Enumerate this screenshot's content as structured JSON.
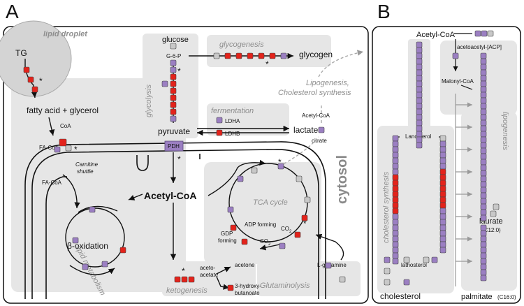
{
  "panel_a": {
    "letter": "A",
    "lipid_droplet": "lipid droplet",
    "tg": "TG",
    "fatty_acid": "fatty acid + glycerol",
    "coa": "CoA",
    "fa_coa": "FA-CoA",
    "fa_coa2": "FA-CoA",
    "carnitine": "Carnitine",
    "shuttle": "shuttle",
    "beta_ox": "β-oxidation",
    "lipid_metabolism": "lipid metabolism",
    "glucose": "glucose",
    "g6p": "G-6-P",
    "glycolysis": "glycolysis",
    "pyruvate": "pyruvate",
    "glycogenesis": "glycogenesis",
    "glycogen": "glycogen",
    "fermentation": "fermentation",
    "ldha": "LDHA",
    "ldhb": "LDHB",
    "lactate": "lactate",
    "lipogenesis1": "Lipogenesis,",
    "lipogenesis2": "Cholesterol synthesis",
    "acetyl_coa_cyto": "Acetyl-CoA",
    "citrate": "citrate",
    "pdh": "PDH",
    "acetyl_coa": "Acetyl-CoA",
    "cytosol": "cytosol",
    "tca": "TCA cycle",
    "adp_forming": "ADP forming",
    "gdp_forming1": "GDP",
    "gdp_forming2": "forming",
    "co2_1": "CO",
    "co2_2": "CO",
    "co2_sub": "2",
    "ketogenesis": "ketogenesis",
    "acetoacetate1": "aceto-",
    "acetoacetate2": "acetate",
    "acetone": "acetone",
    "hydroxy1": "3-hydroxy-",
    "hydroxy2": "butanoate",
    "glutaminolysis": "Glutaminolysis",
    "l_glutamine": "L-glutamine",
    "asterisk": "*"
  },
  "panel_b": {
    "letter": "B",
    "acetyl_coa": "Acetyl-CoA",
    "acetoacetyl": "acetoacetyl-[ACP]",
    "malonyl": "Malonyl-CoA",
    "lanosterol": "Lanosterol",
    "chol_synth": "cholesterol synthesis",
    "lipogenesis": "lipogenesis",
    "lathosterol": "lathosterol",
    "cholesterol": "cholesterol",
    "laurate": "laurate",
    "laurate_sub": "(C12:0)",
    "palmitate": "palmitate",
    "palmitate_sub": "(C16:0)"
  },
  "colors": {
    "purple": "#9b7fc2",
    "red": "#e3231b",
    "grey": "#c8c8c8",
    "panel_bg": "#e6e6e6"
  }
}
